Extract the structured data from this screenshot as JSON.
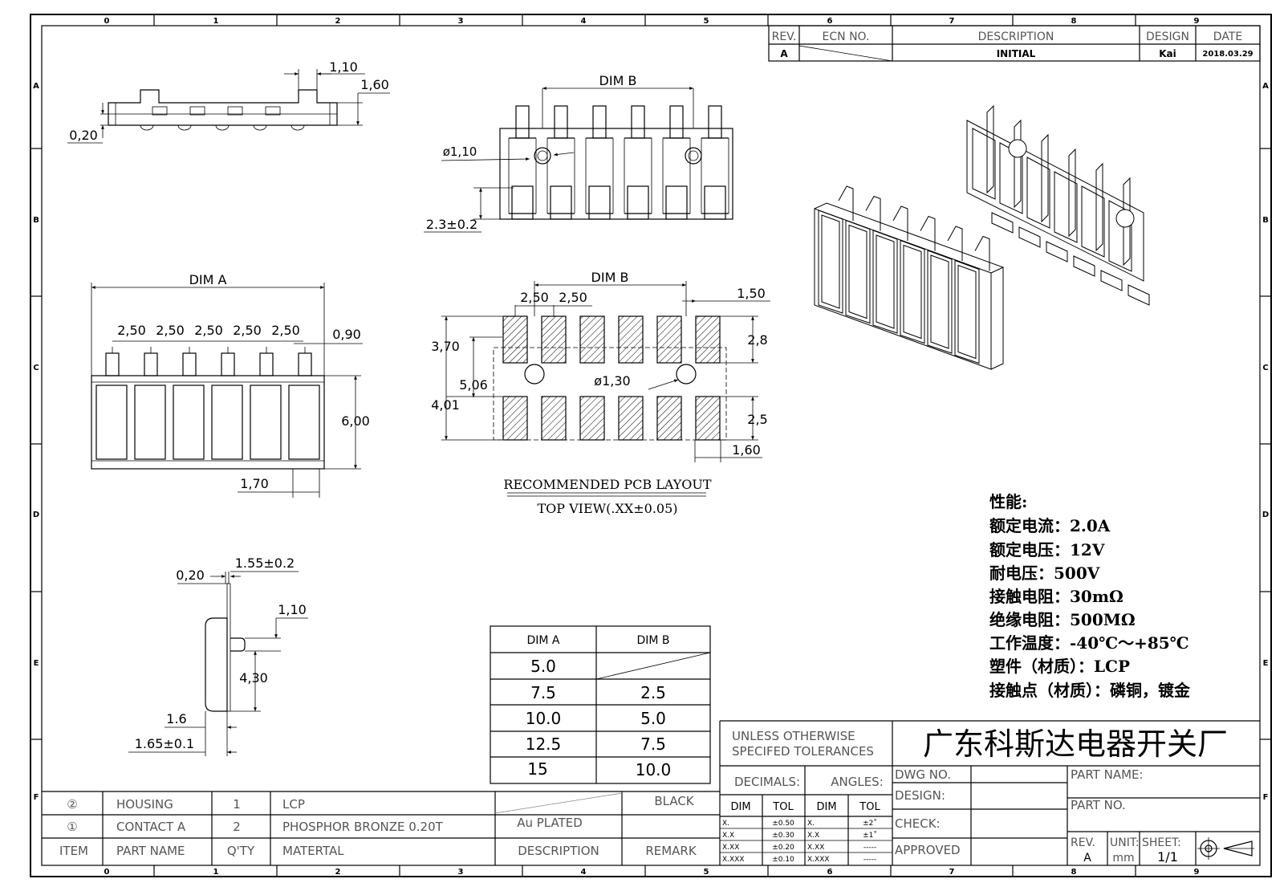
{
  "frame": {
    "col_numbers": [
      "0",
      "1",
      "2",
      "3",
      "4",
      "5",
      "6",
      "7",
      "8",
      "9"
    ],
    "row_letters": [
      "A",
      "B",
      "C",
      "D",
      "E",
      "F"
    ]
  },
  "revision_block": {
    "headers": [
      "REV.",
      "ECN NO.",
      "DESCRIPTION",
      "DESIGN",
      "DATE"
    ],
    "row": {
      "rev": "A",
      "desc": "INITIAL",
      "design": "Kai",
      "date": "2018.03.29"
    }
  },
  "side_view_top": {
    "dim_width": "1,10",
    "dim_height": "1,60",
    "dim_thick": "0,20"
  },
  "top_view": {
    "dim_b": "DIM B",
    "hole_label": "ø1,10",
    "offset": "2.3±0.2"
  },
  "front_view": {
    "dim_a": "DIM A",
    "pitches": [
      "2,50",
      "2,50",
      "2,50",
      "2,50",
      "2,50"
    ],
    "pin_width": "0,90",
    "height": "6,00",
    "tail": "1,70"
  },
  "pcb_layout": {
    "dim_b": "DIM B",
    "pitch1": "2,50",
    "pitch2": "2,50",
    "edge": "1,50",
    "h1": "3,70",
    "h2": "5,06",
    "h3": "4,01",
    "pad_h": "2,8",
    "pad_h2": "2,5",
    "hole": "ø1,30",
    "pad_w": "1,60",
    "caption1": "RECOMMENDED PCB LAYOUT",
    "caption2": "TOP VIEW(.XX±0.05)"
  },
  "side_view_bottom": {
    "d1": "0,20",
    "d2": "1.55±0.2",
    "d3": "1,10",
    "d4": "4,30",
    "d5": "1.6",
    "d6": "1.65±0.1"
  },
  "dim_table": {
    "headers": [
      "DIM A",
      "DIM B"
    ],
    "rows": [
      [
        "5.0",
        ""
      ],
      [
        "7.5",
        "2.5"
      ],
      [
        "10.0",
        "5.0"
      ],
      [
        "12.5",
        "7.5"
      ],
      [
        "15",
        "10.0"
      ]
    ]
  },
  "specs": [
    "性能:",
    "额定电流：2.0A",
    "额定电压：12V",
    "耐电压：500V",
    "接触电阻：30mΩ",
    "绝缘电阻：500MΩ",
    "工作温度：-40℃～+85℃",
    "塑件（材质）：LCP",
    "接触点（材质）：磷铜，镀金"
  ],
  "bom": {
    "rows": [
      {
        "item": "②",
        "name": "HOUSING",
        "qty": "1",
        "material": "LCP",
        "desc": "",
        "remark": "BLACK"
      },
      {
        "item": "①",
        "name": "CONTACT A",
        "qty": "2",
        "material": "PHOSPHOR BRONZE 0.20T",
        "desc": "Au PLATED",
        "remark": ""
      }
    ],
    "header": {
      "item": "ITEM",
      "name": "PART NAME",
      "qty": "Q'TY",
      "material": "MATERTAL",
      "desc": "DESCRIPTION",
      "remark": "REMARK"
    }
  },
  "title_block": {
    "tolerance_title_1": "UNLESS OTHERWISE",
    "tolerance_title_2": "SPECIFED TOLERANCES",
    "company": "广东科斯达电器开关厂",
    "decimals": "DECIMALS:",
    "angles": "ANGLES:",
    "tol_headers": [
      "DIM",
      "TOL",
      "DIM",
      "TOL"
    ],
    "tol_rows": [
      [
        "X.",
        "±0.50",
        "X.",
        "±2˚"
      ],
      [
        "X.X",
        "±0.30",
        "X.X",
        "±1˚"
      ],
      [
        "X.XX",
        "±0.20",
        "X.XX",
        "-----"
      ],
      [
        "X.XXX",
        "±0.10",
        "X.XXX",
        "-----"
      ]
    ],
    "dwg_no": "DWG NO.",
    "design": "DESIGN:",
    "check": "CHECK:",
    "approved": "APPROVED",
    "part_name": "PART NAME:",
    "part_no": "PART NO.",
    "rev_label": "REV.",
    "rev_value": "A",
    "unit_label": "UNIT:",
    "unit_value": "mm",
    "sheet_label": "SHEET:",
    "sheet_value": "1/1"
  }
}
